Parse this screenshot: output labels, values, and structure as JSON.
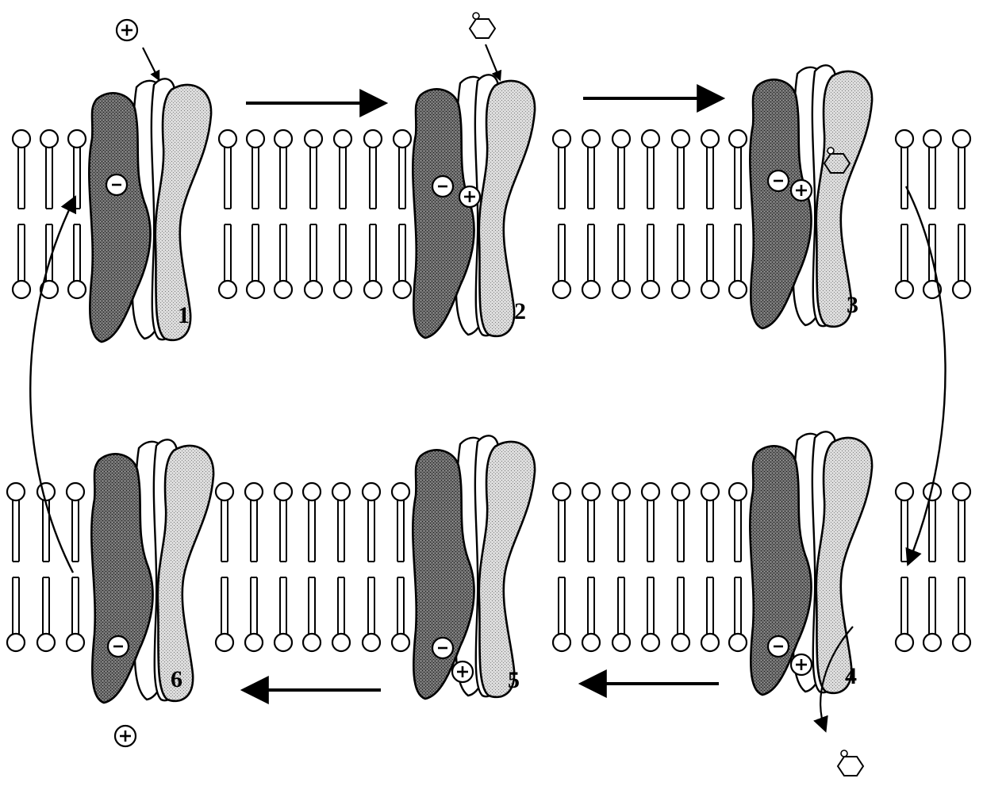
{
  "diagram": {
    "type": "transport-cycle",
    "colors": {
      "ink": "#000000",
      "dark_subunit": "#585858",
      "light_subunit": "#c8c8c8",
      "membrane_head": "#ffffff"
    },
    "states": [
      {
        "number": "1",
        "binding_site": "-",
        "bound_ion": "",
        "substrate": "",
        "row": "top"
      },
      {
        "number": "2",
        "binding_site": "-",
        "bound_ion": "+",
        "substrate": "",
        "row": "top"
      },
      {
        "number": "3",
        "binding_site": "-",
        "bound_ion": "+",
        "substrate": "bound",
        "row": "top"
      },
      {
        "number": "4",
        "binding_site": "-",
        "bound_ion": "+",
        "substrate": "released",
        "row": "bottom"
      },
      {
        "number": "5",
        "binding_site": "-",
        "bound_ion": "+",
        "substrate": "",
        "row": "bottom"
      },
      {
        "number": "6",
        "binding_site": "-",
        "bound_ion": "",
        "substrate": "",
        "row": "bottom"
      }
    ],
    "free_symbols": [
      {
        "name": "incoming-ion",
        "text": "+"
      },
      {
        "name": "released-ion",
        "text": "+"
      }
    ],
    "icons": [
      "substrate-ring-icon",
      "plus-ion-icon",
      "minus-site-icon",
      "arrow-icon"
    ]
  }
}
